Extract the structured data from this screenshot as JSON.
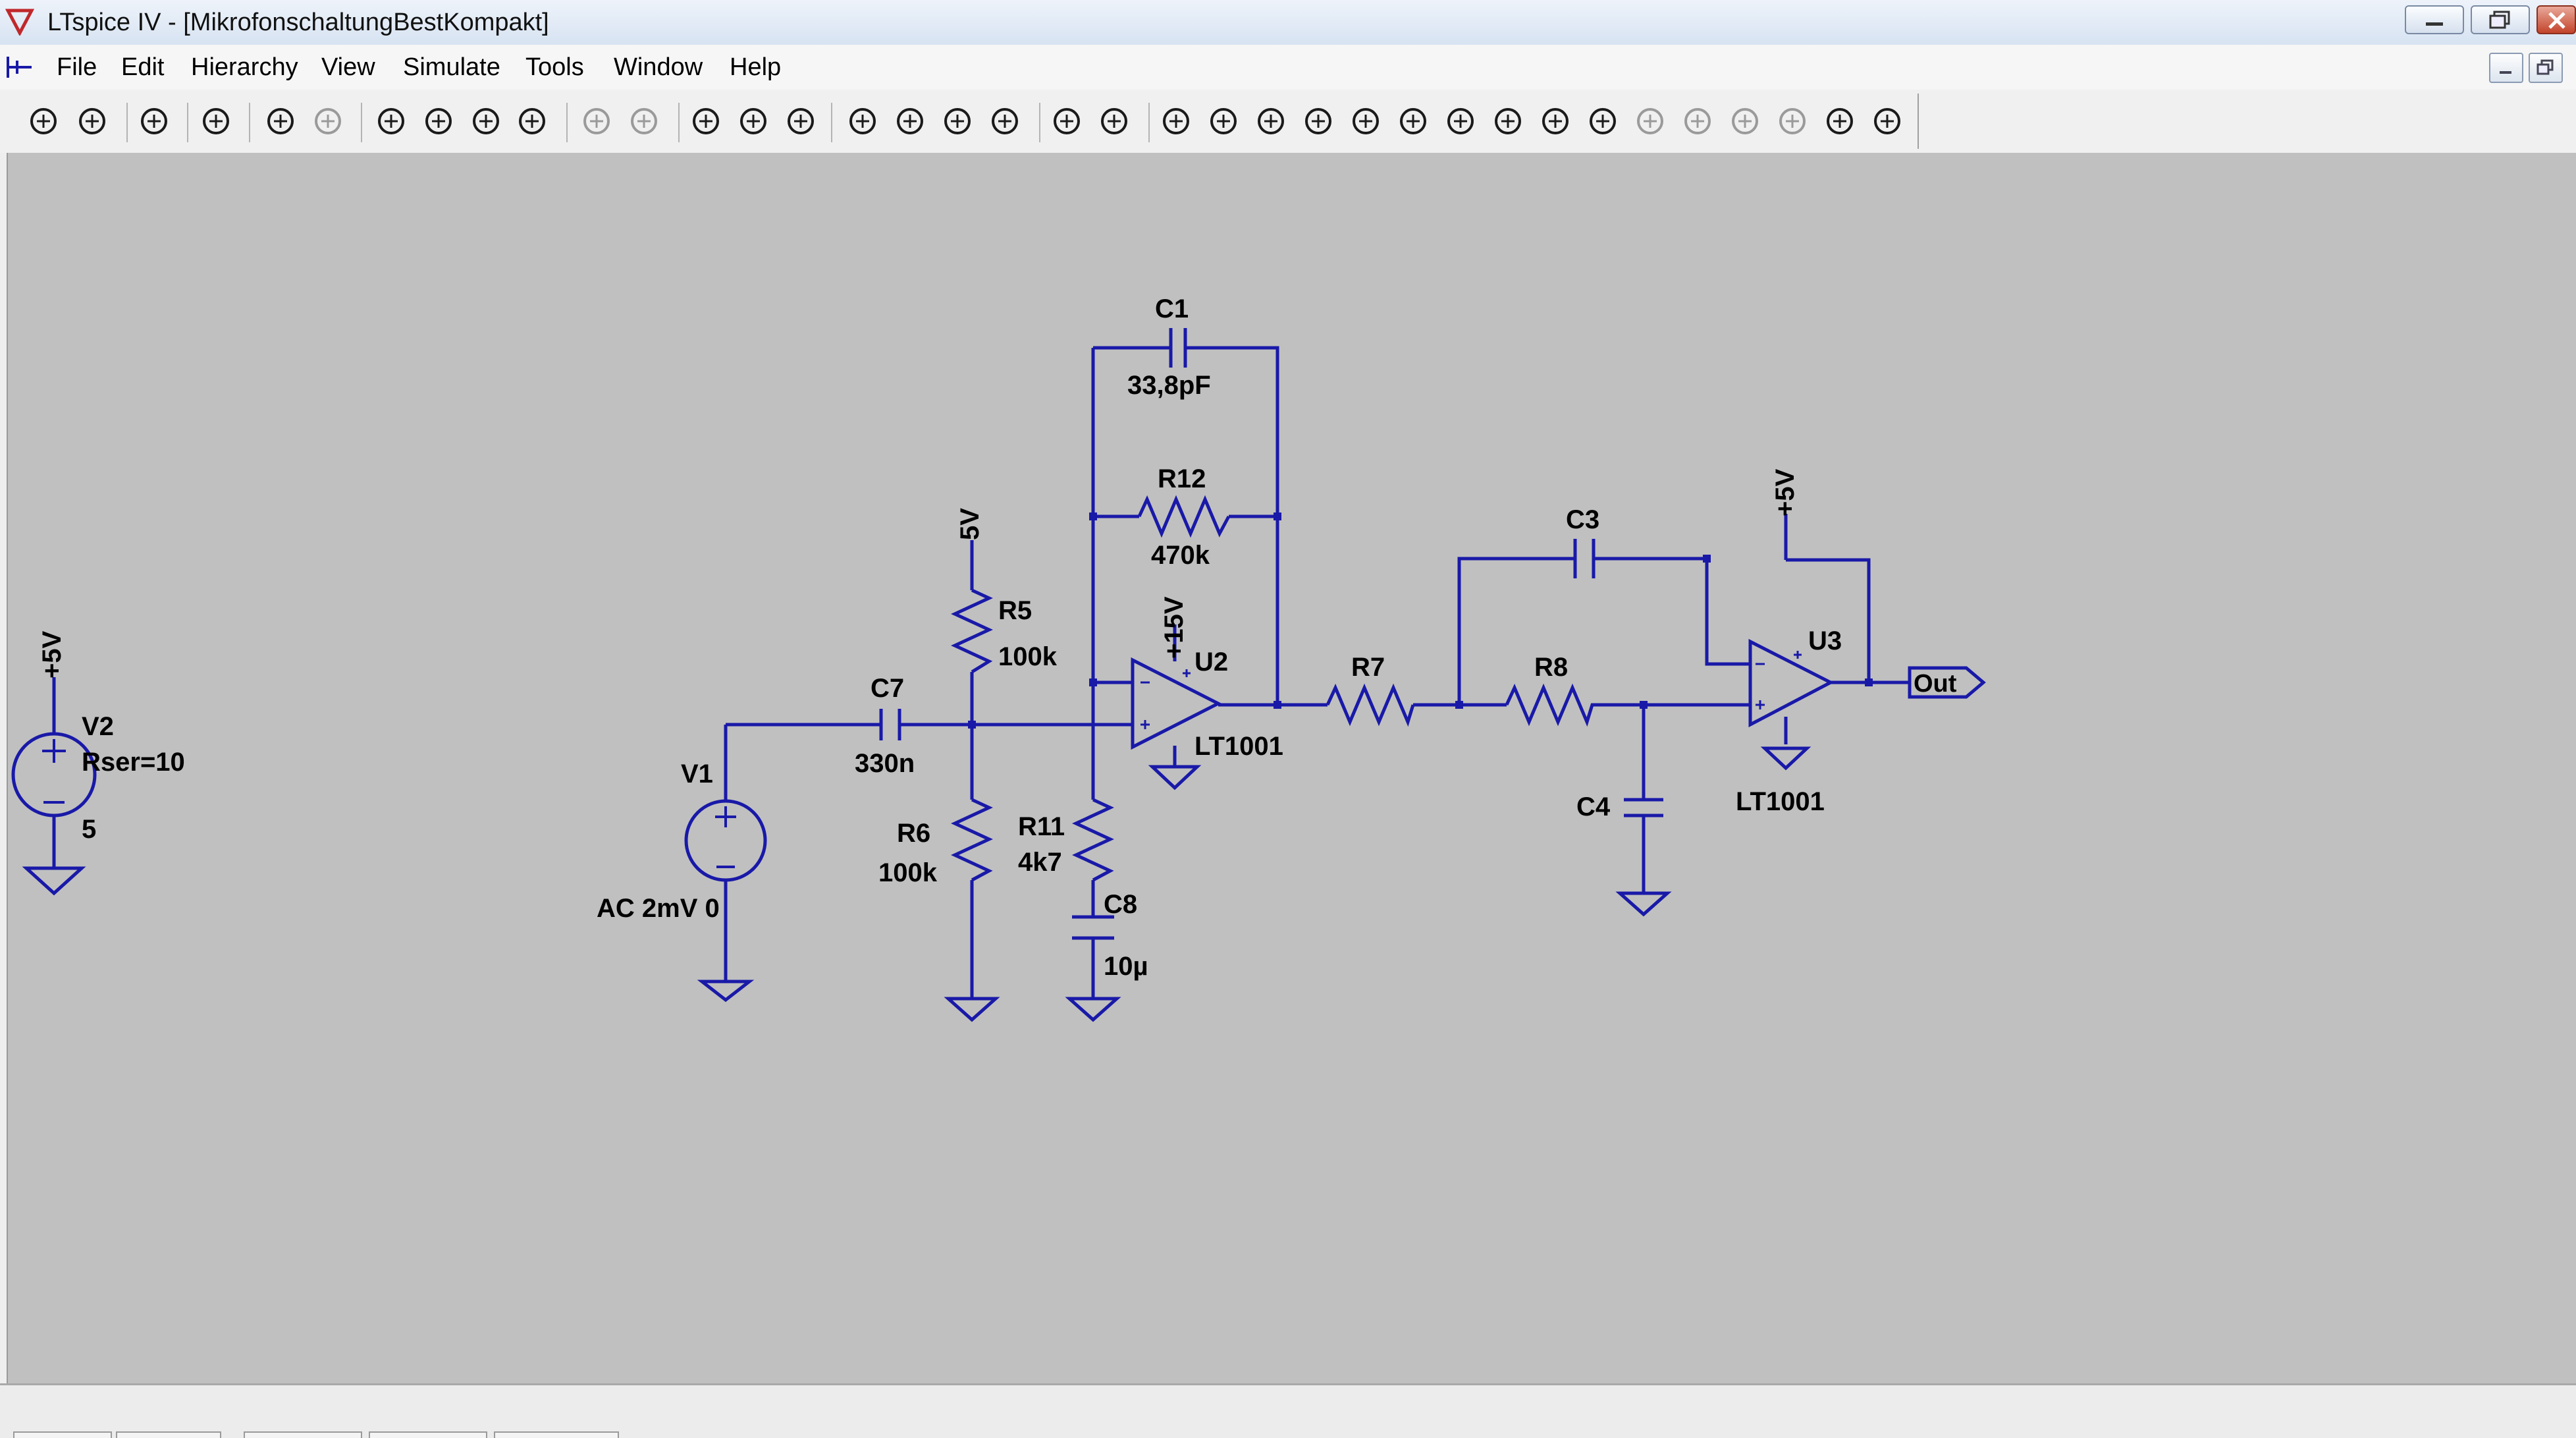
{
  "window": {
    "title": "LTspice IV - [MikrofonschaltungBestKompakt]"
  },
  "menu": [
    "File",
    "Edit",
    "Hierarchy",
    "View",
    "Simulate",
    "Tools",
    "Window",
    "Help"
  ],
  "toolbar_icons": [
    "new-schematic-icon",
    "open-icon",
    "save-icon",
    "control-panel-icon",
    "run-icon",
    "halt-icon",
    "zoom-in-icon",
    "zoom-fit-icon",
    "zoom-out-icon",
    "zoom-cancel-icon",
    "autorange-icon",
    "plot-settings-icon",
    "tile-horizontal-icon",
    "cascade-icon",
    "tile-vertical-icon",
    "cut-icon",
    "copy-icon",
    "paste-icon",
    "find-icon",
    "print-preview-icon",
    "print-icon",
    "wire-icon",
    "ground-icon",
    "label-net-icon",
    "resistor-icon",
    "capacitor-icon",
    "inductor-icon",
    "diode-icon",
    "component-icon",
    "move-icon",
    "drag-icon",
    "undo-icon",
    "redo-icon",
    "rotate-icon",
    "mirror-icon",
    "text-icon",
    "spice-directive-icon"
  ],
  "colors": {
    "wire": "#1919a8",
    "canvas": "#c0c0c0"
  },
  "schematic": {
    "labels": {
      "v2_supply": "+5V",
      "v2_name": "V2",
      "v2_rser": "Rser=10",
      "v2_value": "5",
      "v1_name": "V1",
      "v1_value": "AC 2mV 0",
      "c7_name": "C7",
      "c7_value": "330n",
      "r5_supply": "5V",
      "r5_name": "R5",
      "r5_value": "100k",
      "r6_name": "R6",
      "r6_value": "100k",
      "r11_name": "R11",
      "r11_value": "4k7",
      "c8_name": "C8",
      "c8_value": "10µ",
      "c1_name": "C1",
      "c1_value": "33,8pF",
      "r12_name": "R12",
      "r12_value": "470k",
      "u2_supply": "+15V",
      "u2_name": "U2",
      "u2_model": "LT1001",
      "r7_name": "R7",
      "r8_name": "R8",
      "c3_name": "C3",
      "c4_name": "C4",
      "u3_supply": "+5V",
      "u3_name": "U3",
      "u3_model": "LT1001",
      "out_label": "Out"
    }
  }
}
